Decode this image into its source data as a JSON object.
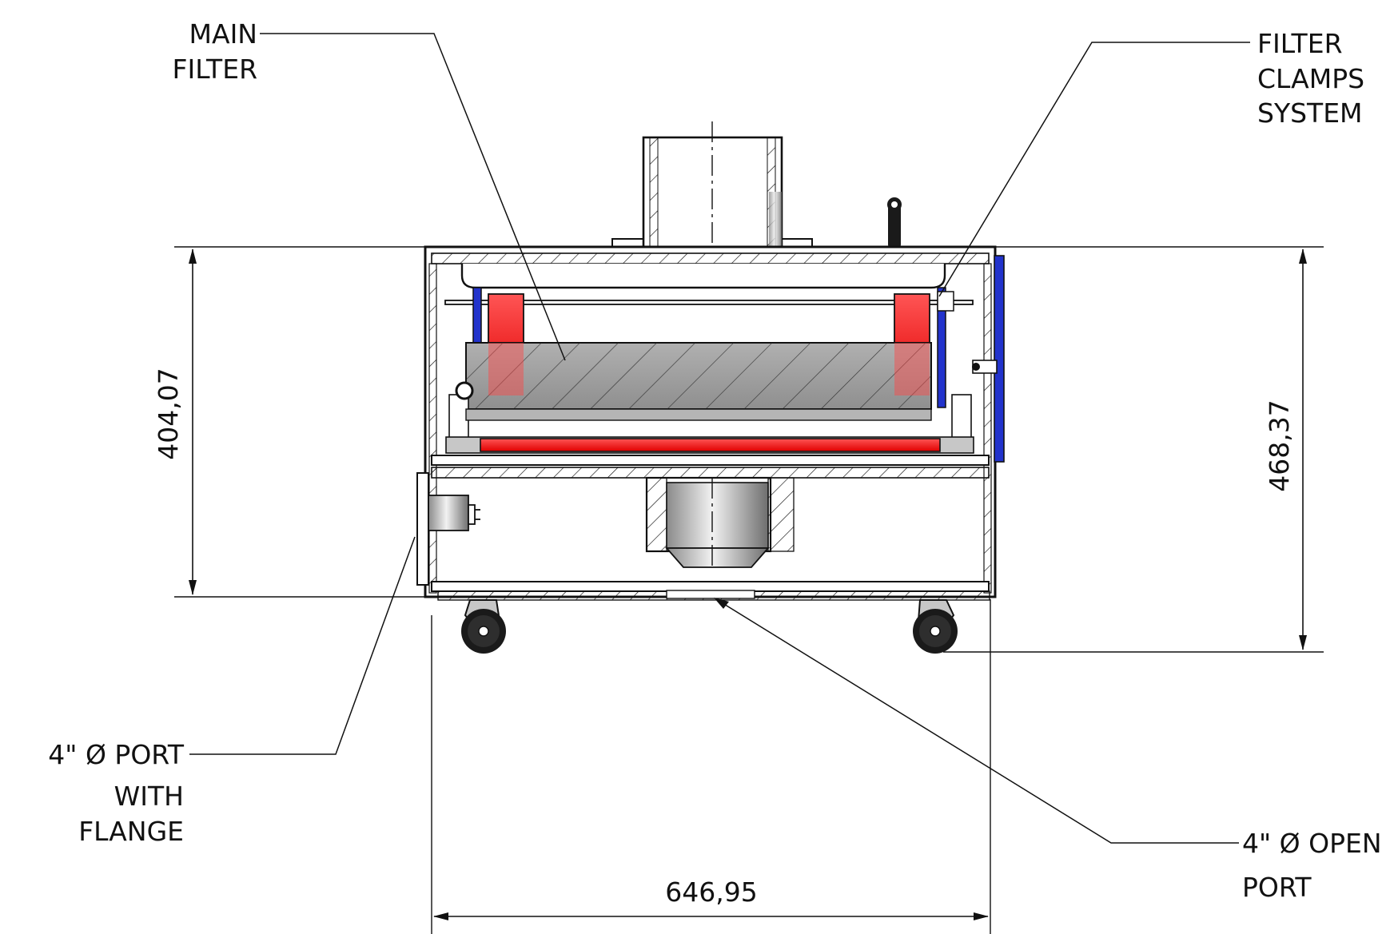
{
  "labels": {
    "main_filter": [
      "MAIN",
      "FILTER"
    ],
    "filter_clamps": [
      "FILTER",
      "CLAMPS",
      "SYSTEM"
    ],
    "port_flange": [
      "4\" Ø PORT",
      "WITH",
      "FLANGE"
    ],
    "open_port": [
      "4\" Ø OPEN",
      "PORT"
    ]
  },
  "dimensions": {
    "height_left": "404,07",
    "height_right": "468,37",
    "width_bottom": "646,95"
  },
  "colors": {
    "line": "#111111",
    "clamp_red": "#ff2a2a",
    "clamp_blue": "#2233cc",
    "filter_gray": "#a6a6a6",
    "steel_gray": "#b8b8b8"
  }
}
